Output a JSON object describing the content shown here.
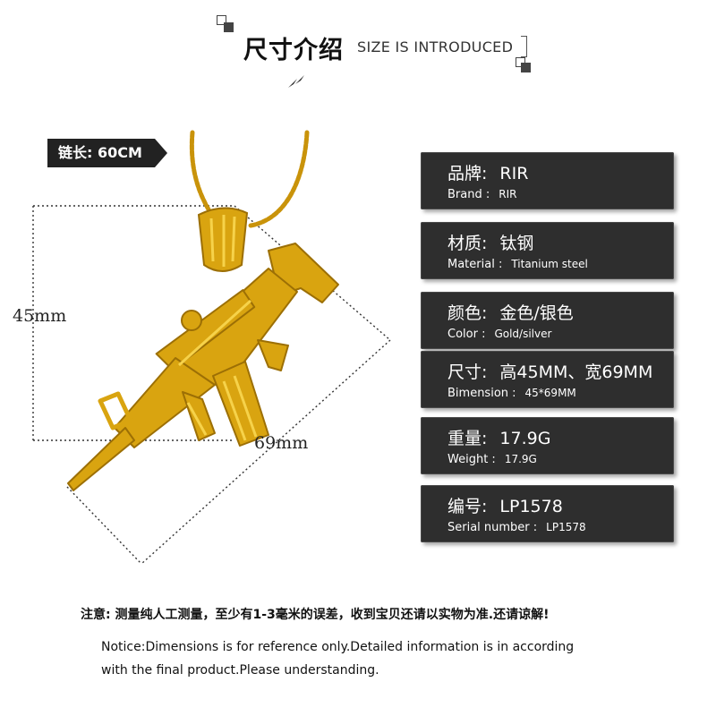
{
  "header": {
    "title_cn": "尺寸介绍",
    "title_en": "SIZE IS INTRODUCED"
  },
  "product": {
    "chain_length_label": "链长: 60CM",
    "height_label": "45mm",
    "width_label": "69mm",
    "pendant_color": "#d9a410",
    "pendant_shadow": "#9c6f05",
    "pendant_highlight": "#f6d24a"
  },
  "specs": [
    {
      "label_cn": "品牌:",
      "value_cn": "RIR",
      "label_en": "Brand :",
      "value_en": "RIR"
    },
    {
      "label_cn": "材质:",
      "value_cn": "钛钢",
      "label_en": "Material :",
      "value_en": "Titanium steel"
    },
    {
      "label_cn": "颜色:",
      "value_cn": "金色/银色",
      "label_en": "Color :",
      "value_en": "Gold/silver"
    },
    {
      "label_cn": "尺寸:",
      "value_cn": "高45MM、宽69MM",
      "label_en": "Bimension :",
      "value_en": "45*69MM"
    },
    {
      "label_cn": "重量:",
      "value_cn": "17.9G",
      "label_en": "Weight :",
      "value_en": "17.9G"
    },
    {
      "label_cn": "编号:",
      "value_cn": "LP1578",
      "label_en": "Serial number :",
      "value_en": "LP1578"
    }
  ],
  "notice": {
    "cn": "注意: 测量纯人工测量，至少有1-3毫米的误差，收到宝贝还请以实物为准.还请谅解!",
    "en_line1": "Notice:Dimensions is for reference only.Detailed information is in according",
    "en_line2": "with the final product.Please understanding."
  },
  "colors": {
    "panel_bg": "#2e2e2e",
    "panel_text": "#ffffff",
    "tag_bg": "#222222"
  }
}
